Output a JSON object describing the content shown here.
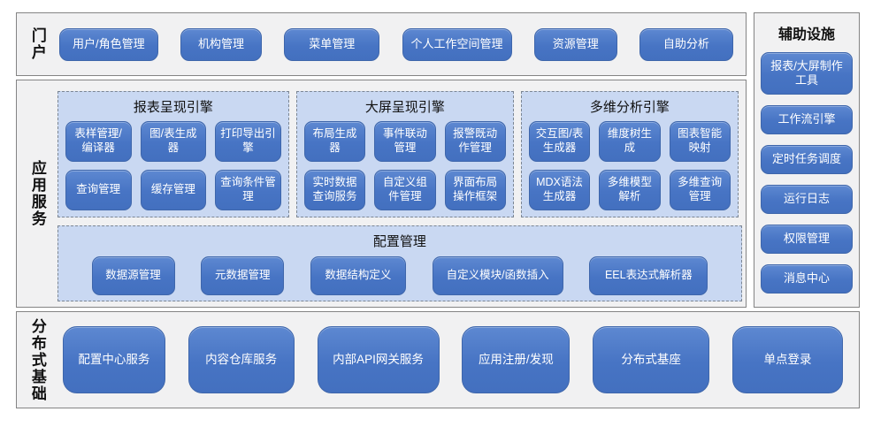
{
  "portal": {
    "label": "门户",
    "items": [
      "用户/角色管理",
      "机构管理",
      "菜单管理",
      "个人工作空间管理",
      "资源管理",
      "自助分析"
    ]
  },
  "app_services": {
    "label": "应用服务",
    "engines": [
      {
        "title": "报表呈现引擎",
        "items": [
          "表样管理/编译器",
          "图/表生成器",
          "打印导出引擎",
          "查询管理",
          "缓存管理",
          "查询条件管理"
        ]
      },
      {
        "title": "大屏呈现引擎",
        "items": [
          "布局生成器",
          "事件联动管理",
          "报警既动作管理",
          "实时数据查询服务",
          "自定义组件管理",
          "界面布局操作框架"
        ]
      },
      {
        "title": "多维分析引擎",
        "items": [
          "交互图/表生成器",
          "维度树生成",
          "图表智能映射",
          "MDX语法生成器",
          "多维模型解析",
          "多维查询管理"
        ]
      }
    ],
    "config": {
      "title": "配置管理",
      "items": [
        "数据源管理",
        "元数据管理",
        "数据结构定义",
        "自定义模块/函数插入",
        "EEL表达式解析器"
      ]
    }
  },
  "auxiliary": {
    "title": "辅助设施",
    "items": [
      "报表/大屏制作工具",
      "工作流引擎",
      "定时任务调度",
      "运行日志",
      "权限管理",
      "消息中心"
    ]
  },
  "distributed": {
    "label": "分布式基础",
    "items": [
      "配置中心服务",
      "内容仓库服务",
      "内部API网关服务",
      "应用注册/发现",
      "分布式基座",
      "单点登录"
    ]
  },
  "colors": {
    "button_blue": "#4673c2",
    "button_border": "#3e66ab",
    "panel_light_blue": "#c9d8f2",
    "section_gray": "#f1f1f2",
    "section_border": "#848484",
    "text_dark": "#111111",
    "text_light": "#ffffff"
  }
}
